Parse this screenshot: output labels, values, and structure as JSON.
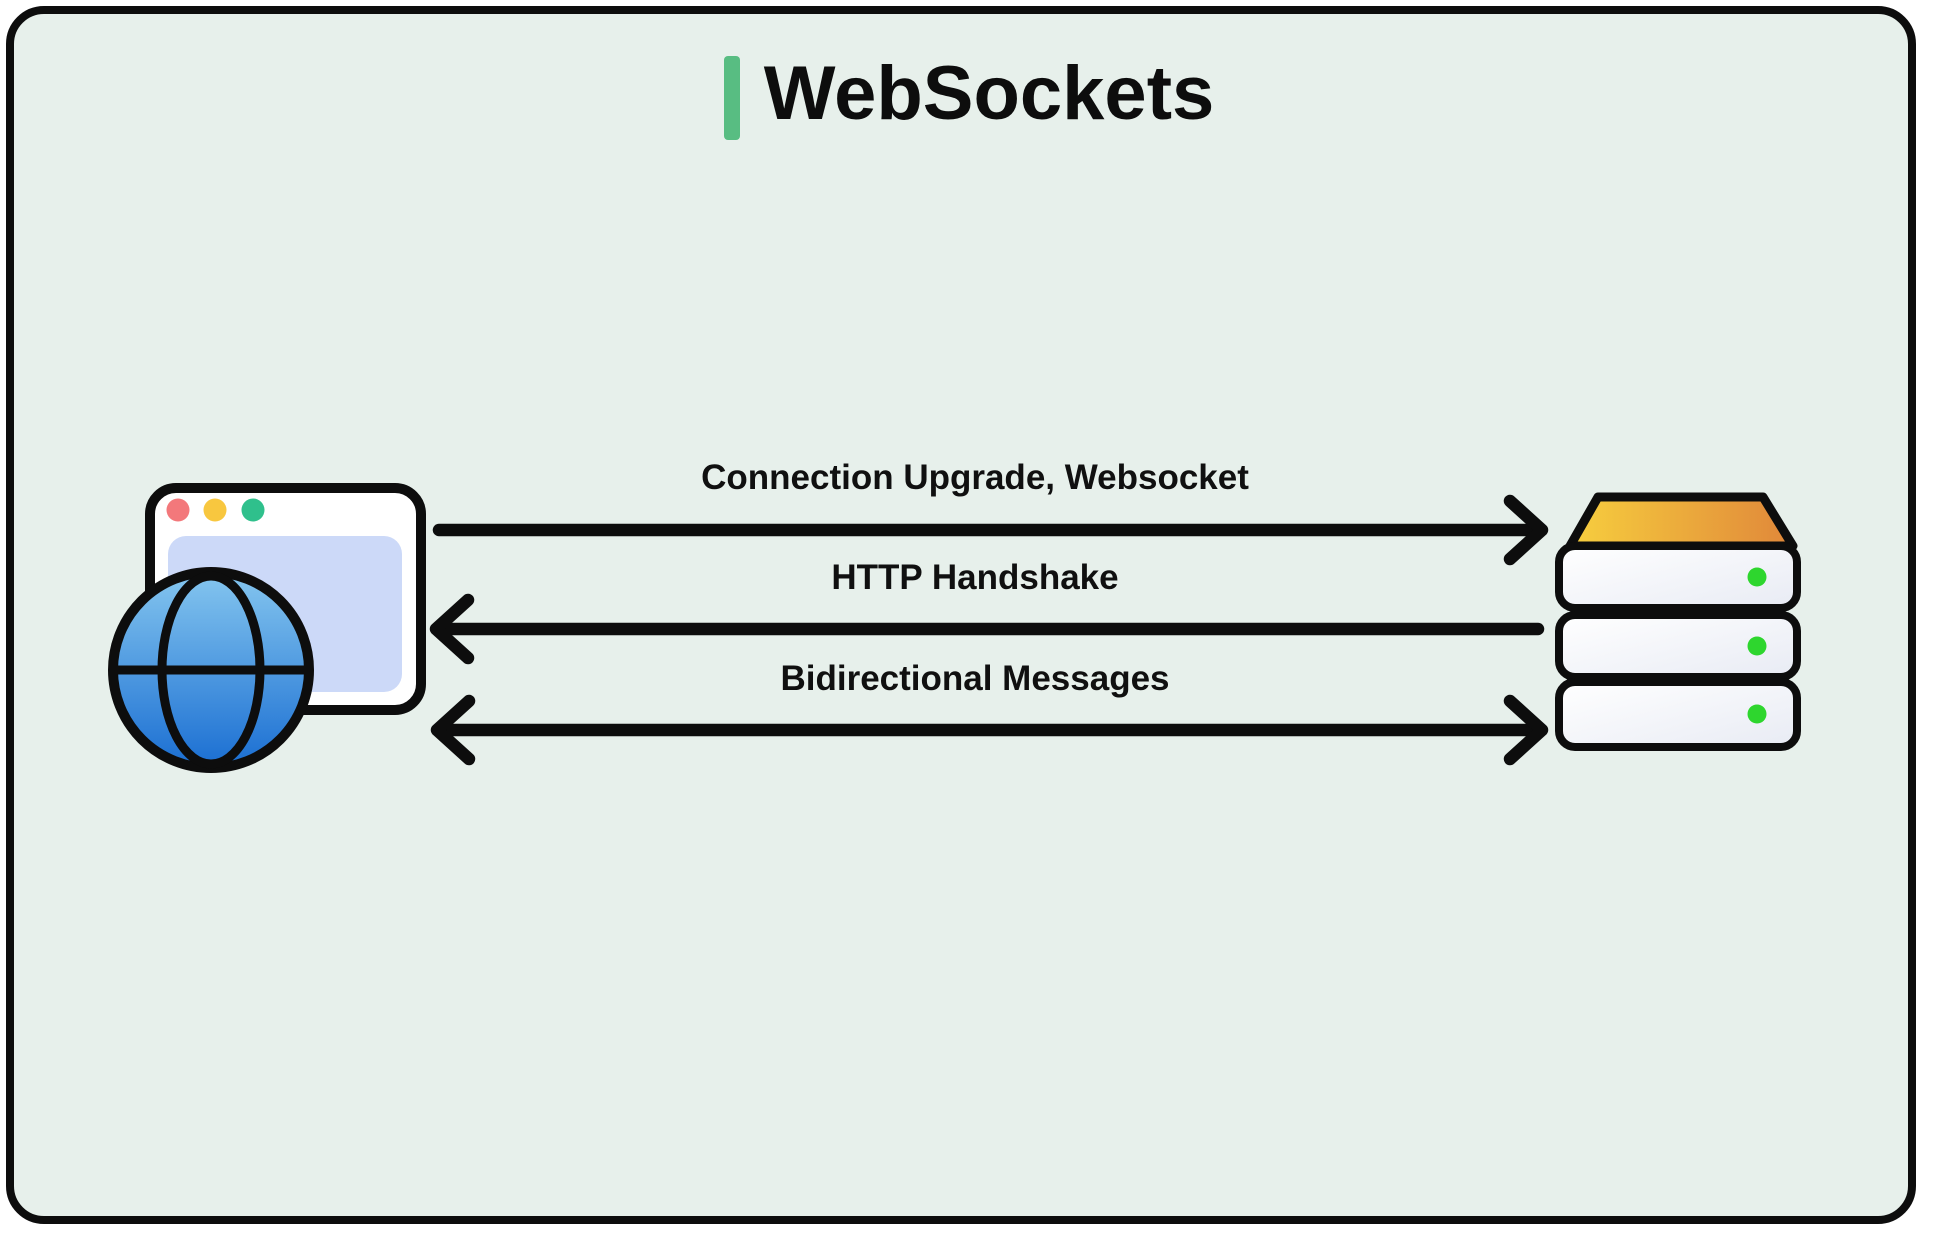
{
  "colors": {
    "bg": "#e7f0eb",
    "ink": "#0d0d0d",
    "accent": "#58bd82",
    "dot-red": "#f3787b",
    "dot-yellow": "#f8c73f",
    "dot-green": "#2fc08c",
    "browser-content": "#ccd9f8",
    "globe-top": "#85c6ef",
    "globe-bottom": "#1a6ed2",
    "server-top-left": "#f7cf3e",
    "server-top-right": "#e0873a",
    "server-box-light": "#ffffff",
    "server-box-shade": "#e8ebf4",
    "server-led": "#2ed62e"
  },
  "header": {
    "title": "WebSockets"
  },
  "client_icon": {
    "name": "browser-globe-icon",
    "window_dot_colors": [
      "#f3787b",
      "#f8c73f",
      "#2fc08c"
    ]
  },
  "server_icon": {
    "name": "server-stack-icon",
    "tier_count": 3,
    "led_count": 3,
    "led_color": "#2ed62e"
  },
  "messages": [
    {
      "label": "Connection Upgrade, Websocket",
      "direction": "right"
    },
    {
      "label": "HTTP Handshake",
      "direction": "left"
    },
    {
      "label": "Bidirectional Messages",
      "direction": "both"
    }
  ]
}
